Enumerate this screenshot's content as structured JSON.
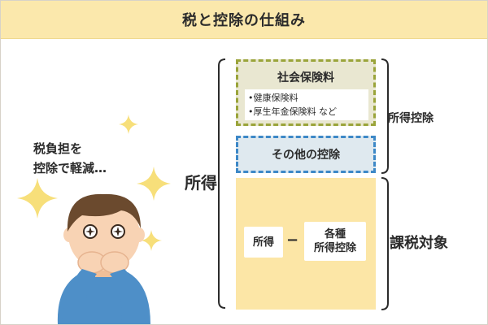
{
  "title": "税と控除の仕組み",
  "speech": {
    "line1": "税負担を",
    "line2": "控除で軽減…"
  },
  "labels": {
    "income": "所得",
    "income_deduction": "所得控除",
    "taxable": "課税対象"
  },
  "boxes": {
    "social_insurance": {
      "title": "社会保険料",
      "items": [
        "•健康保険料",
        "•厚生年金保険料 など"
      ]
    },
    "other_deduction": "その他の控除",
    "formula": {
      "left": "所得",
      "operator": "−",
      "right_line1": "各種",
      "right_line2": "所得控除"
    }
  },
  "colors": {
    "title_bg": "#fbe8ac",
    "social_bg": "#e9e7d1",
    "social_border": "#9aa43a",
    "other_bg": "#dfe9ef",
    "other_border": "#3d88c7",
    "taxable_bg": "#fce6a6",
    "sparkle": "#f7df7a",
    "shirt": "#4e8fc8",
    "hair": "#6b4a2e",
    "skin": "#f8d3b4"
  }
}
